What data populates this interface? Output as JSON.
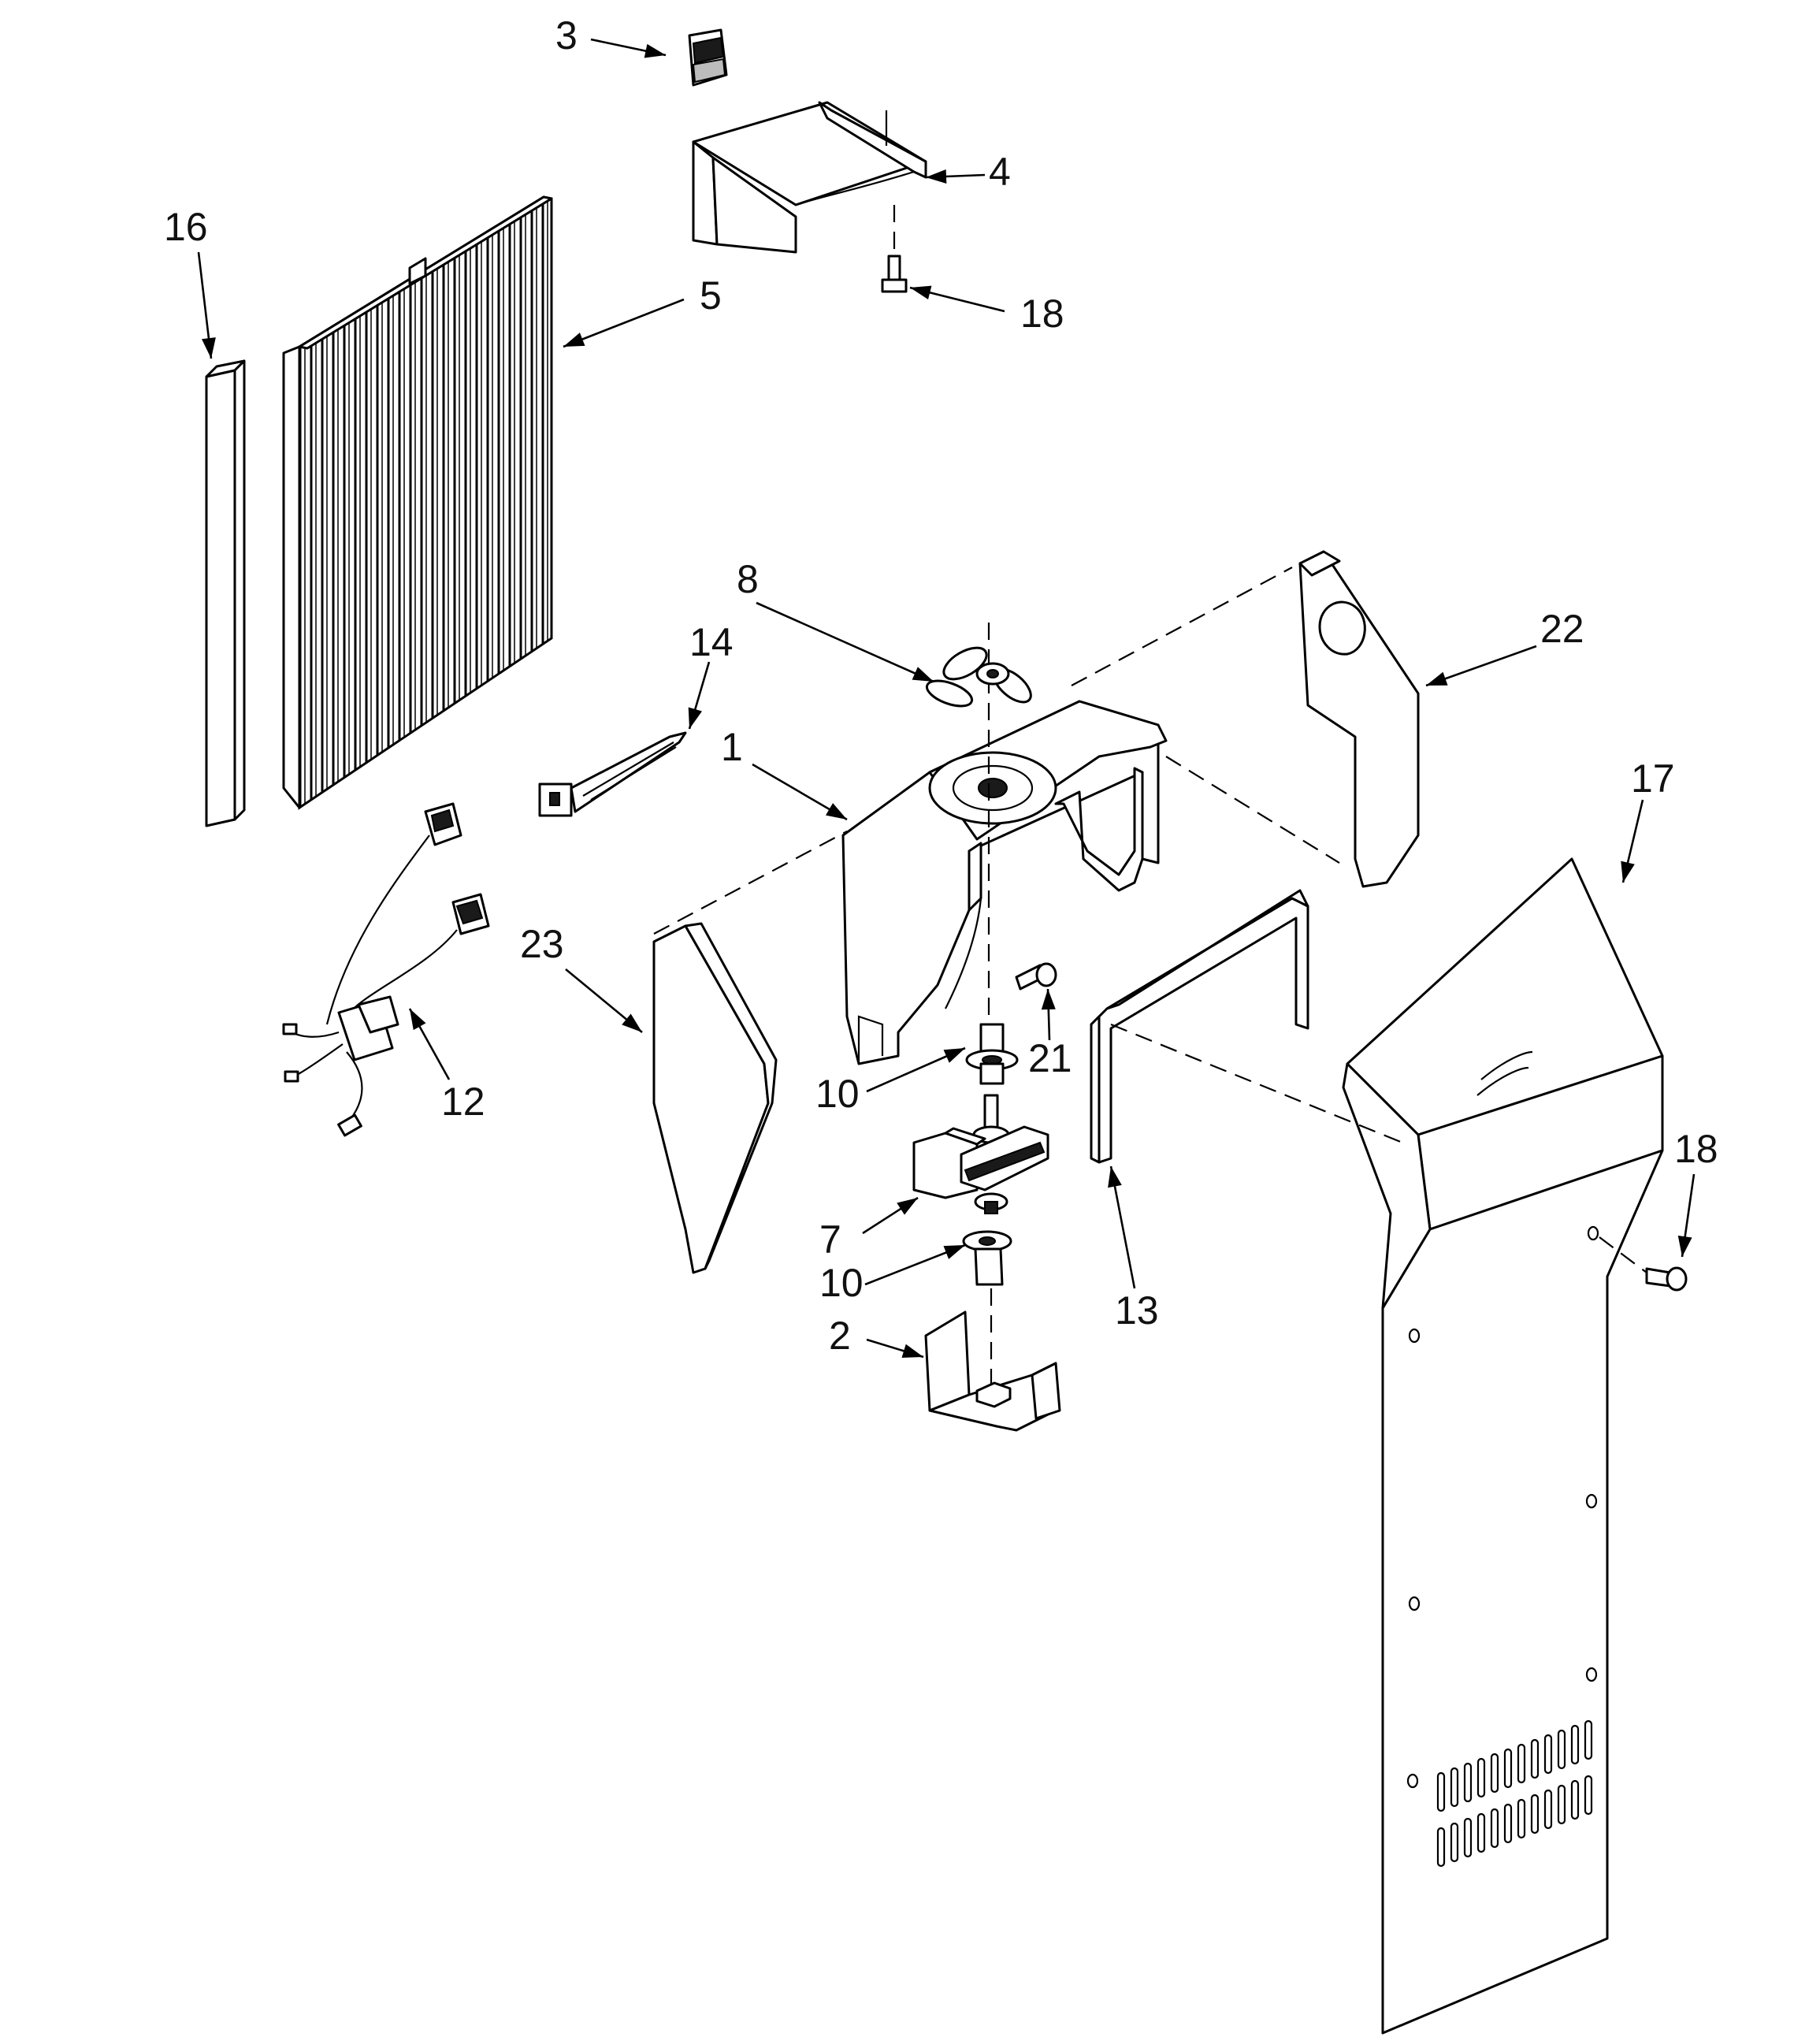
{
  "callouts": {
    "c1": "1",
    "c2": "2",
    "c3": "3",
    "c4": "4",
    "c5": "5",
    "c7": "7",
    "c8": "8",
    "c10a": "10",
    "c10b": "10",
    "c12": "12",
    "c13": "13",
    "c14": "14",
    "c16": "16",
    "c17": "17",
    "c18a": "18",
    "c18b": "18",
    "c21": "21",
    "c22": "22",
    "c23": "23"
  }
}
